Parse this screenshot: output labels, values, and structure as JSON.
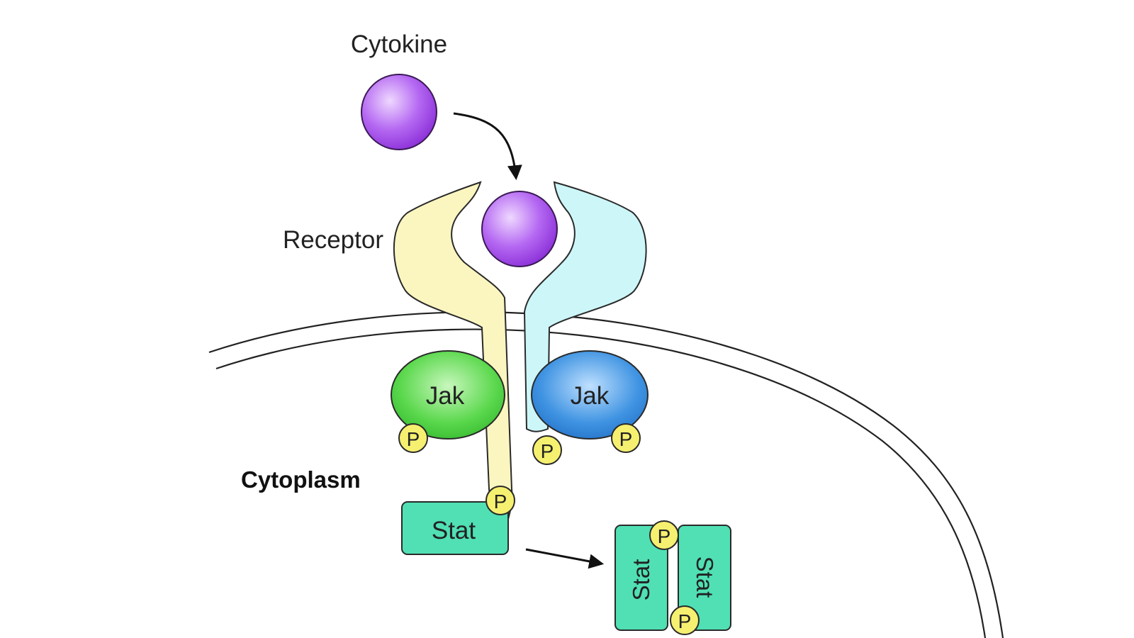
{
  "labels": {
    "cytokine": "Cytokine",
    "receptor": "Receptor",
    "cytoplasm": "Cytoplasm",
    "jak_left": "Jak",
    "jak_right": "Jak",
    "stat_monomer": "Stat",
    "stat_dimer_left": "Stat",
    "stat_dimer_right": "Stat",
    "phospho": "P"
  },
  "colors": {
    "cytokine": "#b05cf0",
    "receptor_left": "#fbf6c0",
    "receptor_right": "#cdf6f8",
    "jak_left": "#57d84e",
    "jak_right": "#3d8fe0",
    "stat": "#50e0b4",
    "phospho": "#f6f070",
    "membrane": "#222222"
  }
}
